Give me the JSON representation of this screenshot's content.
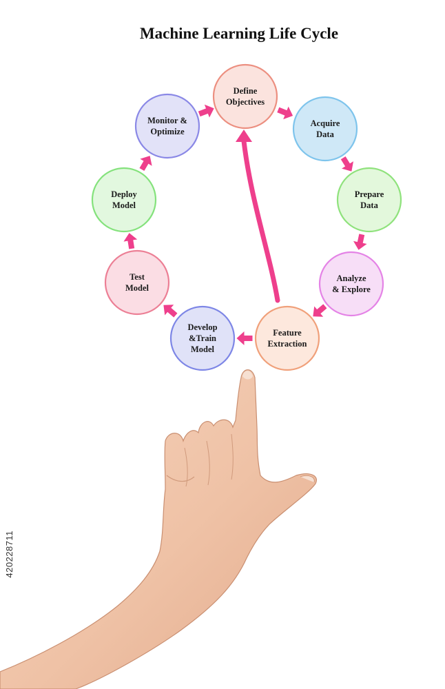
{
  "title": "Machine Learning Life Cycle",
  "nodes": [
    {
      "id": "define-objectives",
      "lines": [
        "Define",
        "Objectives"
      ],
      "stroke": "#ec8f80",
      "fill": "#fbe3de"
    },
    {
      "id": "acquire-data",
      "lines": [
        "Acquire",
        "Data"
      ],
      "stroke": "#7ec4ec",
      "fill": "#cfe8f7"
    },
    {
      "id": "prepare-data",
      "lines": [
        "Prepare",
        "Data"
      ],
      "stroke": "#8fe27c",
      "fill": "#e3f8dc"
    },
    {
      "id": "analyze-explore",
      "lines": [
        "Analyze",
        "& Explore"
      ],
      "stroke": "#e483e6",
      "fill": "#f7def7"
    },
    {
      "id": "feature-extraction",
      "lines": [
        "Feature",
        "Extraction"
      ],
      "stroke": "#f0a07a",
      "fill": "#fde8dd"
    },
    {
      "id": "develop-train-model",
      "lines": [
        "Develop",
        "&Train",
        "Model"
      ],
      "stroke": "#7d86e6",
      "fill": "#e0e2f8"
    },
    {
      "id": "test-model",
      "lines": [
        "Test",
        "Model"
      ],
      "stroke": "#ec7f95",
      "fill": "#fbdde4"
    },
    {
      "id": "deploy-model",
      "lines": [
        "Deploy",
        "Model"
      ],
      "stroke": "#84e27c",
      "fill": "#e2f8df"
    },
    {
      "id": "monitor-optimize",
      "lines": [
        "Monitor &",
        "Optimize"
      ],
      "stroke": "#8a88e6",
      "fill": "#e2e2f8"
    }
  ],
  "arrow_color": "#ee3f8c",
  "watermark": "420228711",
  "hand": "pointing-hand-photo"
}
